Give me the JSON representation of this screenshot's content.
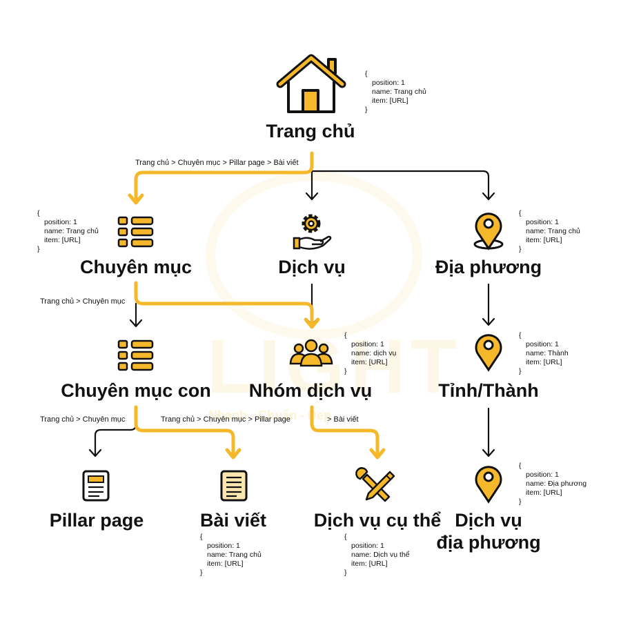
{
  "colors": {
    "accent": "#f6b82b",
    "ink": "#111111",
    "paper": "#fbe6b0"
  },
  "watermark": {
    "brand": "LIGHT",
    "tagline": "Nhanh - Chuẩn - Đẹp"
  },
  "nodes": {
    "home": {
      "label": "Trang chủ",
      "icon": "house-icon"
    },
    "category": {
      "label": "Chuyên mục",
      "icon": "list-icon"
    },
    "service": {
      "label": "Dịch vụ",
      "icon": "gear-hand-icon"
    },
    "location": {
      "label": "Địa phương",
      "icon": "map-pin-icon"
    },
    "subcategory": {
      "label": "Chuyên mục con",
      "icon": "list-icon"
    },
    "service_group": {
      "label": "Nhóm dịch vụ",
      "icon": "people-icon"
    },
    "province": {
      "label": "Tỉnh/Thành",
      "icon": "map-pin-icon"
    },
    "pillar": {
      "label": "Pillar page",
      "icon": "document-icon"
    },
    "article": {
      "label": "Bài viết",
      "icon": "article-icon"
    },
    "specific_service": {
      "label": "Dịch vụ cụ thể",
      "icon": "tools-icon"
    },
    "local_service": {
      "label_line1": "Dịch vụ",
      "label_line2": "địa phương",
      "icon": "map-pin-icon"
    }
  },
  "edge_labels": {
    "home_to_category": "Trang chủ > Chuyên mục > Pillar page > Bài viết",
    "category_to_sub": "Trang chủ > Chuyên mục",
    "sub_to_pillar": "Trang chủ > Chuyên mục",
    "sub_to_article": "Trang chủ > Chuyên mục > Pillar page",
    "group_to_specific": "> Bài viết"
  },
  "schemas": {
    "home": {
      "open": "{",
      "position": "position: 1",
      "name": "name: Trang chủ",
      "item": "item: [URL]",
      "close": "}"
    },
    "category": {
      "open": "{",
      "position": "position: 1",
      "name": "name: Trang chủ",
      "item": "item: [URL]",
      "close": "}"
    },
    "location": {
      "open": "{",
      "position": "position: 1",
      "name": "name: Trang chủ",
      "item": "item: [URL]",
      "close": "}"
    },
    "service_group": {
      "open": "{",
      "position": "position: 1",
      "name": "name: dịch vụ",
      "item": "item: [URL]",
      "close": "}"
    },
    "province": {
      "open": "{",
      "position": "position: 1",
      "name": "name: Thành",
      "item": "item: [URL]",
      "close": "}"
    },
    "local_service": {
      "open": "{",
      "position": "position: 1",
      "name": "name: Địa phương",
      "item": "item: [URL]",
      "close": "}"
    },
    "article": {
      "open": "{",
      "position": "position: 1",
      "name": "name: Trang chủ",
      "item": "item: [URL]",
      "close": "}"
    },
    "specific_service": {
      "open": "{",
      "position": "position: 1",
      "name": "name: Dịch vụ thể",
      "item": "item: [URL]",
      "close": "}"
    }
  }
}
